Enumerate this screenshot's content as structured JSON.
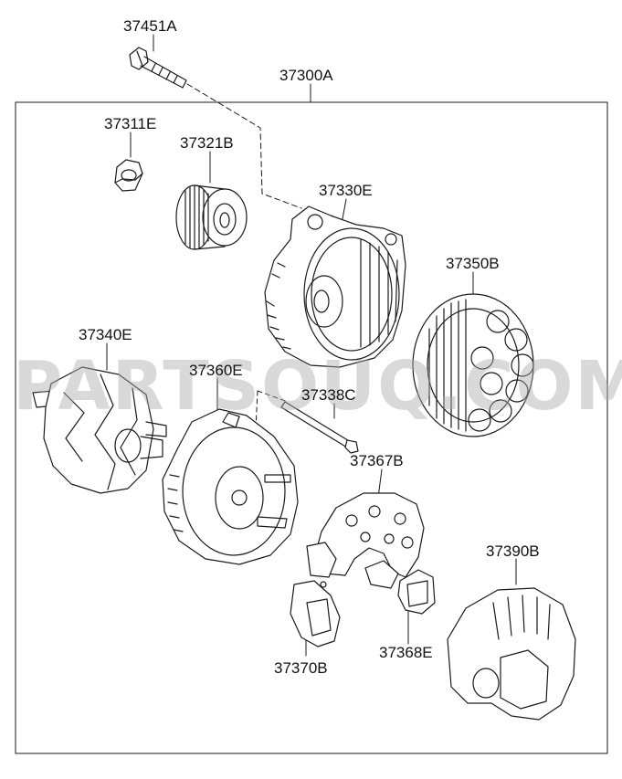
{
  "watermark": "PARTSOUQ.COM",
  "assembly": {
    "part_number": "37300A"
  },
  "parts": [
    {
      "id": "bolt",
      "number": "37451A"
    },
    {
      "id": "nut",
      "number": "37311E"
    },
    {
      "id": "pulley",
      "number": "37321B"
    },
    {
      "id": "front-bracket",
      "number": "37330E"
    },
    {
      "id": "stator",
      "number": "37350B"
    },
    {
      "id": "rotor",
      "number": "37340E"
    },
    {
      "id": "rear-bracket",
      "number": "37360E"
    },
    {
      "id": "through-bolt",
      "number": "37338C"
    },
    {
      "id": "rectifier",
      "number": "37367B"
    },
    {
      "id": "rear-cover",
      "number": "37390B"
    },
    {
      "id": "voltage-regulator",
      "number": "37370B"
    },
    {
      "id": "brush-holder",
      "number": "37368E"
    }
  ]
}
